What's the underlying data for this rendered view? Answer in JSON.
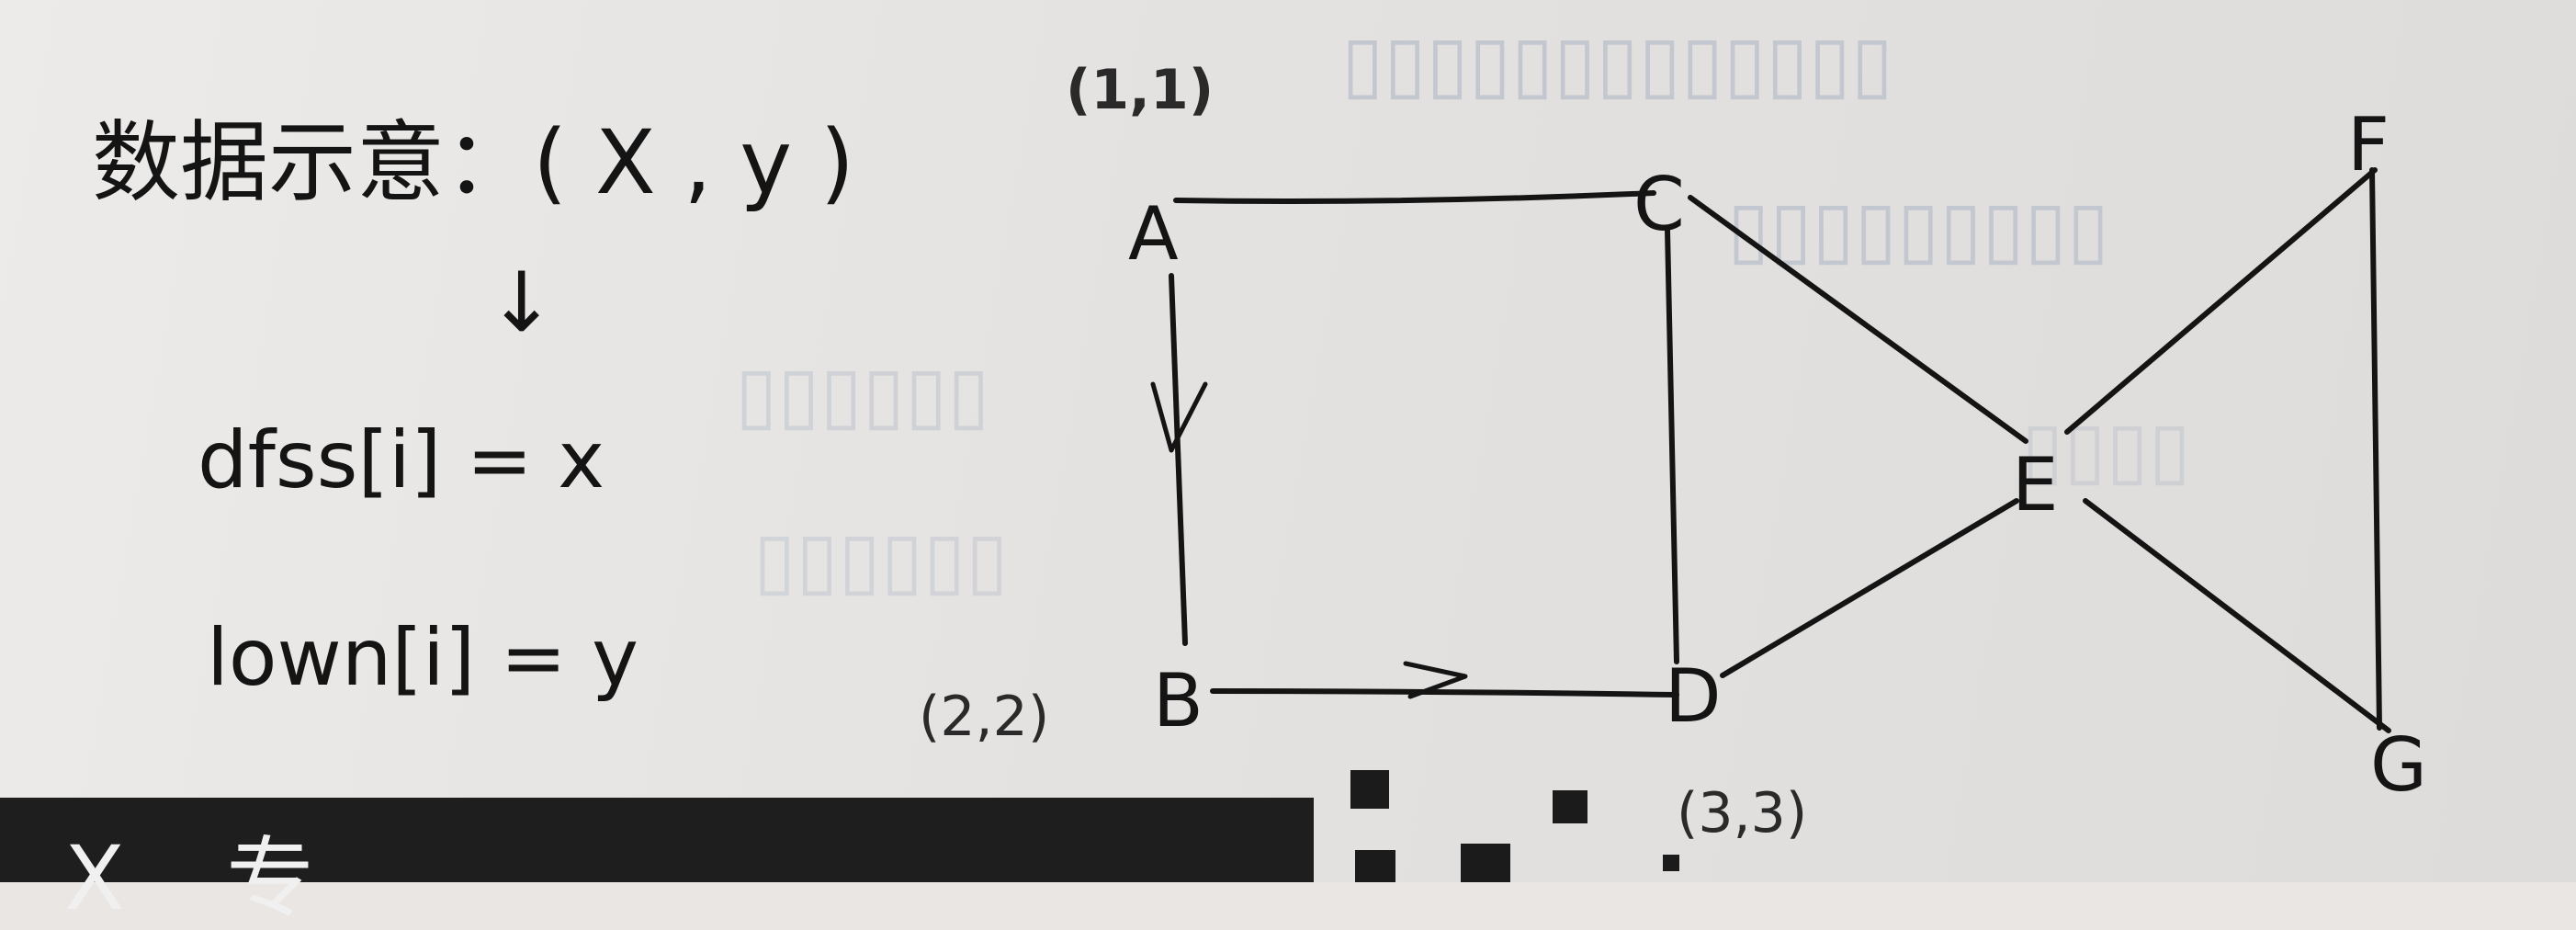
{
  "note": {
    "heading": "数据示意：( X , y )",
    "arrow_glyph": "↓",
    "line1": "dfss[i] = x",
    "line2": "lown[i] = y"
  },
  "graph": {
    "nodes": [
      {
        "id": "A",
        "label": "A",
        "coord": "(1,1)"
      },
      {
        "id": "B",
        "label": "B",
        "coord": "(2,2)"
      },
      {
        "id": "C",
        "label": "C",
        "coord": ""
      },
      {
        "id": "D",
        "label": "D",
        "coord": "(3,3)"
      },
      {
        "id": "E",
        "label": "E",
        "coord": ""
      },
      {
        "id": "F",
        "label": "F",
        "coord": ""
      },
      {
        "id": "G",
        "label": "G",
        "coord": ""
      }
    ],
    "edges": [
      {
        "from": "A",
        "to": "C",
        "directed": false
      },
      {
        "from": "A",
        "to": "B",
        "directed": true
      },
      {
        "from": "B",
        "to": "D",
        "directed": true
      },
      {
        "from": "C",
        "to": "D",
        "directed": false
      },
      {
        "from": "C",
        "to": "E",
        "directed": false
      },
      {
        "from": "D",
        "to": "E",
        "directed": false
      },
      {
        "from": "E",
        "to": "F",
        "directed": false
      },
      {
        "from": "E",
        "to": "G",
        "directed": false
      },
      {
        "from": "F",
        "to": "G",
        "directed": false
      }
    ]
  },
  "bottom_bar": {
    "text": "X 专"
  },
  "colors": {
    "ink": "#141414",
    "paper": "#e6e4e2",
    "ghost_print": "#b9c0cc",
    "bar": "#1e1e1f"
  }
}
